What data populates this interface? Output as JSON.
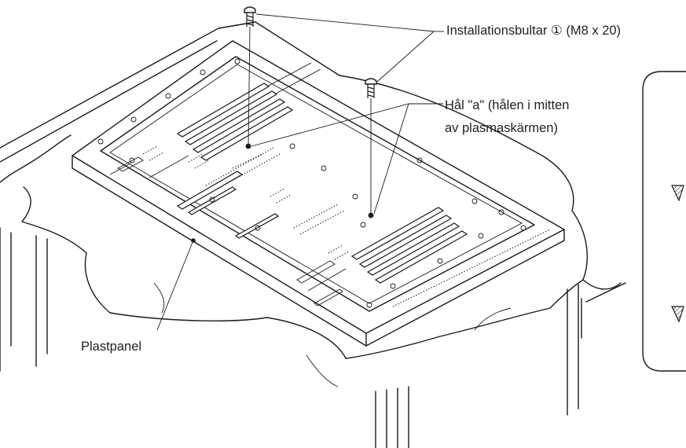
{
  "labels": {
    "bolts": "Installationsbultar ① (M8 x 20)",
    "hole_line1": "Hål  \"a\" (hålen i mitten",
    "hole_line2": "av plasmaskärmen)",
    "panel": "Plastpanel"
  },
  "colors": {
    "line": "#1a1a1a",
    "background": "#ffffff"
  },
  "icons": [
    "bolt-icon",
    "hole-icon",
    "hatched-mark-icon"
  ]
}
